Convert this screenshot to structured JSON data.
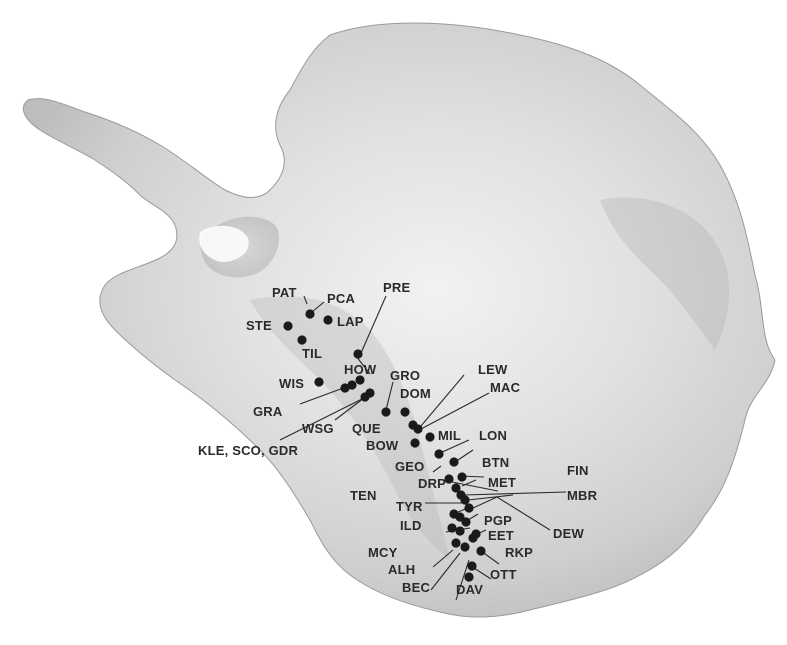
{
  "map": {
    "region": "Antarctica",
    "shading": "grayscale relief",
    "sites": [
      {
        "code": "PAT",
        "label": "PAT"
      },
      {
        "code": "PCA",
        "label": "PCA"
      },
      {
        "code": "LAP",
        "label": "LAP"
      },
      {
        "code": "STE",
        "label": "STE"
      },
      {
        "code": "TIL",
        "label": "TIL"
      },
      {
        "code": "PRE",
        "label": "PRE"
      },
      {
        "code": "HOW",
        "label": "HOW"
      },
      {
        "code": "WIS",
        "label": "WIS"
      },
      {
        "code": "GRA",
        "label": "GRA"
      },
      {
        "code": "GRO",
        "label": "GRO"
      },
      {
        "code": "LEW",
        "label": "LEW"
      },
      {
        "code": "DOM",
        "label": "DOM"
      },
      {
        "code": "MAC",
        "label": "MAC"
      },
      {
        "code": "WSG",
        "label": "WSG"
      },
      {
        "code": "QUE",
        "label": "QUE"
      },
      {
        "code": "KLE_SCO_GDR",
        "label": "KLE, SCO, GDR"
      },
      {
        "code": "MIL",
        "label": "MIL"
      },
      {
        "code": "BOW",
        "label": "BOW"
      },
      {
        "code": "LON",
        "label": "LON"
      },
      {
        "code": "GEO",
        "label": "GEO"
      },
      {
        "code": "BTN",
        "label": "BTN"
      },
      {
        "code": "FIN",
        "label": "FIN"
      },
      {
        "code": "DRP",
        "label": "DRP"
      },
      {
        "code": "MET",
        "label": "MET"
      },
      {
        "code": "TEN",
        "label": "TEN"
      },
      {
        "code": "MBR",
        "label": "MBR"
      },
      {
        "code": "TYR",
        "label": "TYR"
      },
      {
        "code": "PGP",
        "label": "PGP"
      },
      {
        "code": "DEW",
        "label": "DEW"
      },
      {
        "code": "ILD",
        "label": "ILD"
      },
      {
        "code": "EET",
        "label": "EET"
      },
      {
        "code": "MCY",
        "label": "MCY"
      },
      {
        "code": "RKP",
        "label": "RKP"
      },
      {
        "code": "ALH",
        "label": "ALH"
      },
      {
        "code": "OTT",
        "label": "OTT"
      },
      {
        "code": "BEC",
        "label": "BEC"
      },
      {
        "code": "DAV",
        "label": "DAV"
      }
    ]
  }
}
